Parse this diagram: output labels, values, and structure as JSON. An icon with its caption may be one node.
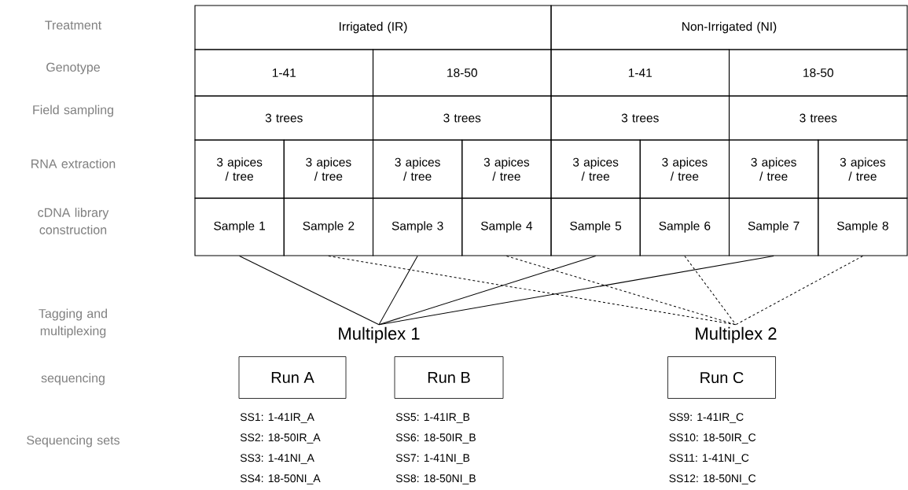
{
  "diagram": {
    "nodes": [
      {
        "text": [
          "Irrigated (IR)"
        ]
      },
      {
        "text": [
          "Non-Irrigated (NI)"
        ]
      },
      {
        "text": [
          "1-41"
        ]
      },
      {
        "text": [
          "18-50"
        ]
      },
      {
        "text": [
          "1-41"
        ]
      },
      {
        "text": [
          "18-50"
        ]
      },
      {
        "text": [
          "3 trees"
        ]
      },
      {
        "text": [
          "3 trees"
        ]
      },
      {
        "text": [
          "3 trees"
        ]
      },
      {
        "text": [
          "3 trees"
        ]
      },
      {
        "text": [
          "3 apices / tree"
        ]
      },
      {
        "text": [
          "3 apices / tree"
        ]
      },
      {
        "text": [
          "3 apices / tree"
        ]
      },
      {
        "text": [
          "3 apices / tree"
        ]
      },
      {
        "text": [
          "3 apices / tree"
        ]
      },
      {
        "text": [
          "3 apices / tree"
        ]
      },
      {
        "text": [
          "3 apices / tree"
        ]
      },
      {
        "text": [
          "3 apices / tree"
        ]
      },
      {
        "text": [
          "Sample 1"
        ]
      },
      {
        "text": [
          "Sample 2"
        ]
      },
      {
        "text": [
          "Sample 3"
        ]
      },
      {
        "text": [
          "Sample 4"
        ]
      },
      {
        "text": [
          "Sample 5"
        ]
      },
      {
        "text": [
          "Sample 6"
        ]
      },
      {
        "text": [
          "Sample 7"
        ]
      },
      {
        "text": [
          "Sample 8"
        ]
      },
      {
        "text": [
          "Multiplex 1"
        ]
      },
      {
        "text": [
          "Multiplex 2"
        ]
      },
      {
        "text": [
          "Run A"
        ],
        "beside": [
          "SS1: 1-41IR_A",
          "SS2: 18-50IR_A",
          "SS3: 1-41NI_A",
          "SS4: 18-50NI_A"
        ]
      },
      {
        "text": [
          "Run B"
        ],
        "beside": [
          "SS5: 1-41IR_B",
          "SS6: 18-50IR_B",
          "SS7: 1-41NI_B",
          "SS8: 18-50NI_B"
        ]
      },
      {
        "text": [
          "Run C"
        ],
        "beside": [
          "SS9: 1-41IR_C",
          "SS10: 18-50IR_C",
          "SS11: 1-41NI_C",
          "SS12: 18-50NI_C"
        ]
      }
    ],
    "edges": [
      {
        "from": 18,
        "to": 26,
        "arrow": "none"
      },
      {
        "from": 20,
        "to": 26,
        "arrow": "none"
      },
      {
        "from": 22,
        "to": 26,
        "arrow": "none"
      },
      {
        "from": 24,
        "to": 26,
        "arrow": "none"
      },
      {
        "from": 19,
        "to": 27,
        "arrow": "none",
        "style": "dashed"
      },
      {
        "from": 21,
        "to": 27,
        "arrow": "none",
        "style": "dashed"
      },
      {
        "from": 23,
        "to": 27,
        "arrow": "none",
        "style": "dashed"
      },
      {
        "from": 25,
        "to": 27,
        "arrow": "none",
        "style": "dashed"
      }
    ],
    "labels": [
      "Treatment",
      "Genotype",
      "Field sampling",
      "RNA extraction",
      "cDNA library construction",
      "Tagging and multiplexing",
      "sequencing",
      "Sequencing sets"
    ]
  }
}
